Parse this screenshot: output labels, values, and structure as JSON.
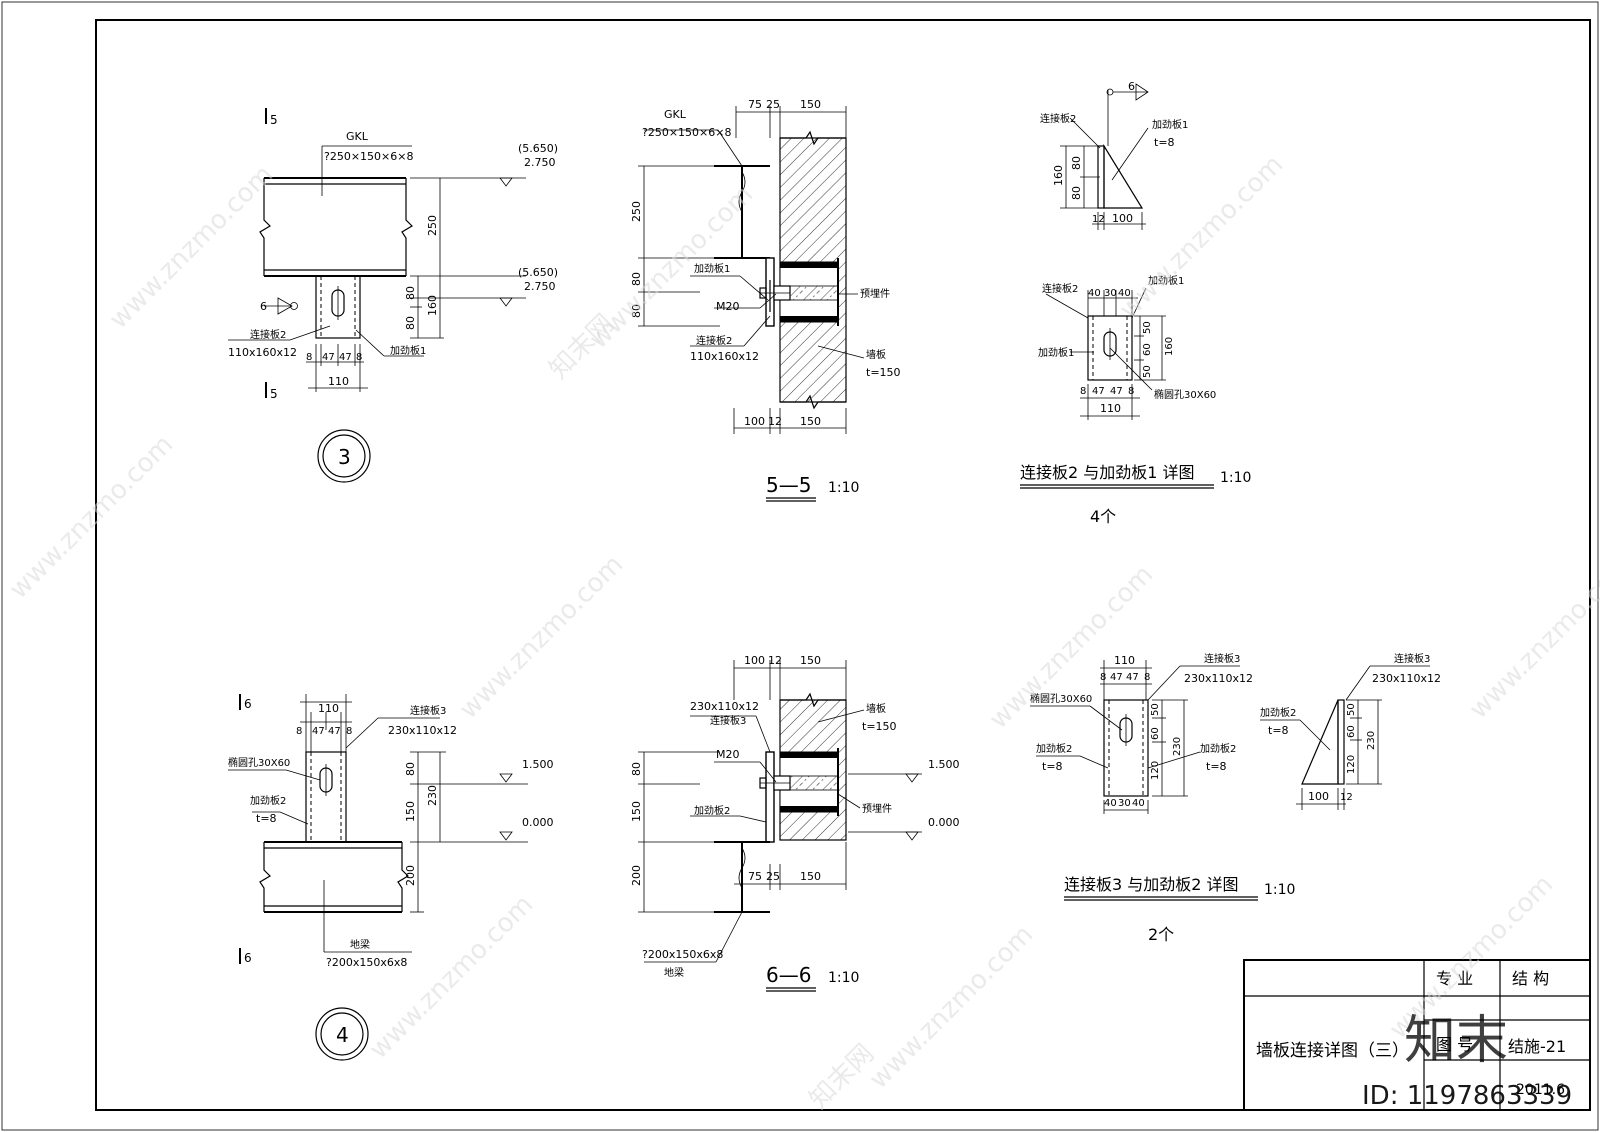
{
  "drawing": {
    "title": "墙板连接详图（三）",
    "title_block": {
      "specialty_label": "专 业",
      "specialty_value": "结 构",
      "row2_label": "图 号",
      "sheet_no": "结施-21",
      "date": "2011.6"
    },
    "watermark": {
      "site": "www.znzmo.com",
      "brand_cn": "知末网",
      "logo": "知末",
      "id": "ID: 1197863339"
    }
  },
  "detail3": {
    "number": "3",
    "section_mark": "5",
    "beam_name": "GKL",
    "beam_spec": "?250×150×6×8",
    "elev_top_paren": "(5.650)",
    "elev_top": "2.750",
    "elev_mid_paren": "(5.650)",
    "elev_mid": "2.750",
    "dim_250": "250",
    "dim_160": "160",
    "dim_80a": "80",
    "dim_80b": "80",
    "weld": "6",
    "plate_label": "连接板2",
    "plate_spec": "110x160x12",
    "stiffener_label": "加劲板1",
    "dims_bottom": [
      "8",
      "47",
      "47",
      "8"
    ],
    "dim_110": "110"
  },
  "detail4": {
    "number": "4",
    "section_mark": "6",
    "dim_110": "110",
    "dims_top": [
      "8",
      "47",
      "47",
      "8"
    ],
    "plate_label": "连接板3",
    "plate_spec": "230x110x12",
    "hole_label": "椭圆孔30X60",
    "stiffener_label": "加劲板2",
    "stiffener_t": "t=8",
    "dim_80": "80",
    "dim_150": "150",
    "dim_230": "230",
    "dim_200": "200",
    "elev_top": "1.500",
    "elev_bottom": "0.000",
    "beam_label": "地梁",
    "beam_spec": "?200x150x6x8"
  },
  "section55": {
    "title": "5—5",
    "scale": "1:10",
    "beam_name": "GKL",
    "beam_spec": "?250×150×6×8",
    "dims_top": [
      "75",
      "25",
      "150"
    ],
    "dim_250": "250",
    "dim_80a": "80",
    "dim_80b": "80",
    "stiffener_label": "加劲板1",
    "bolt": "M20",
    "plate_label": "连接板2",
    "plate_spec": "110x160x12",
    "embed_label": "预埋件",
    "wall_label": "墙板",
    "wall_t": "t=150",
    "dims_bottom": [
      "100",
      "12",
      "150"
    ]
  },
  "section66": {
    "title": "6—6",
    "scale": "1:10",
    "dims_top": [
      "100",
      "12",
      "150"
    ],
    "plate_spec": "230x110x12",
    "plate_label": "连接板3",
    "bolt": "M20",
    "stiffener_label": "加劲板2",
    "wall_label": "墙板",
    "wall_t": "t=150",
    "embed_label": "预埋件",
    "elev_top": "1.500",
    "elev_bottom": "0.000",
    "dim_80": "80",
    "dim_150": "150",
    "dim_200": "200",
    "dims_lower": [
      "75",
      "25",
      "150"
    ],
    "beam_spec": "?200x150x6x8",
    "beam_label": "地梁"
  },
  "detailA": {
    "title": "连接板2 与加劲板1 详图",
    "scale": "1:10",
    "count": "4个",
    "weld": "6",
    "plate_label": "连接板2",
    "stiffener_label": "加劲板1",
    "stiffener_t": "t=8",
    "dim_160": "160",
    "dim_80a": "80",
    "dim_80b": "80",
    "dim_12": "12",
    "dim_100": "100",
    "front_plate_label": "连接板2",
    "front_stiffener_label": "加劲板1",
    "front_stiffener_label2": "加劲板1",
    "dims_top": [
      "40",
      "30",
      "40"
    ],
    "dims_right": [
      "50",
      "60",
      "50"
    ],
    "dim_r160": "160",
    "dims_bottom": [
      "8",
      "47",
      "47",
      "8"
    ],
    "dim_110": "110",
    "hole_label": "椭圆孔30X60"
  },
  "detailB": {
    "title": "连接板3 与加劲板2 详图",
    "scale": "1:10",
    "count": "2个",
    "dim_110": "110",
    "dims_top": [
      "8",
      "47",
      "47",
      "8"
    ],
    "plate_label": "连接板3",
    "plate_spec": "230x110x12",
    "hole_label": "椭圆孔30X60",
    "stiffener_label": "加劲板2",
    "stiffener_t": "t=8",
    "stiffener_label_r": "加劲板2",
    "stiffener_t_r": "t=8",
    "dims_right": [
      "50",
      "60",
      "120"
    ],
    "dim_230": "230",
    "dims_bottom": [
      "40",
      "30",
      "40"
    ],
    "side_plate_label": "连接板3",
    "side_plate_spec": "230x110x12",
    "side_stiffener_label": "加劲板2",
    "side_stiffener_t": "t=8",
    "side_dims_right": [
      "50",
      "60",
      "120"
    ],
    "side_dim_230": "230",
    "side_dim_100": "100",
    "side_dim_12": "12"
  }
}
